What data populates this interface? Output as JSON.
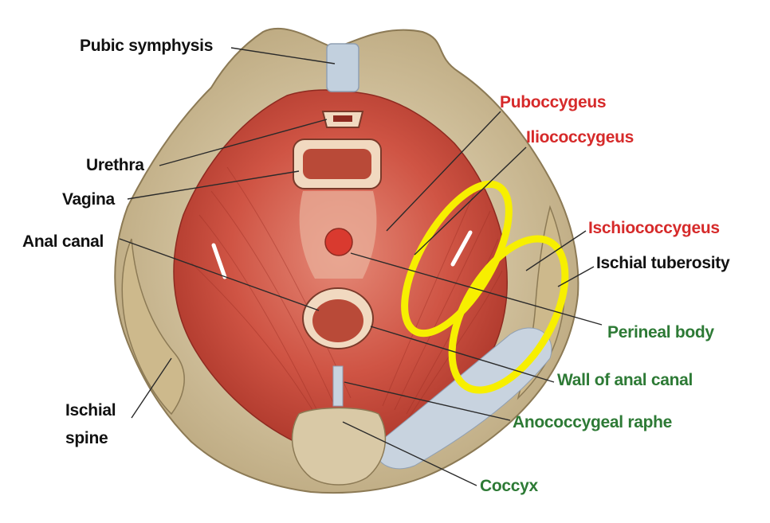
{
  "colors": {
    "muscle": "#c9483a",
    "muscle_light": "#e07b6a",
    "bone": "#d9c9a6",
    "ligament": "#b9c8d8",
    "highlight_ring": "#f7ef00",
    "label_black": "#111111",
    "label_red": "#d62a2a",
    "label_green": "#2d7a35"
  },
  "labels": {
    "pubic_symphysis": "Pubic symphysis",
    "urethra": "Urethra",
    "vagina": "Vagina",
    "anal_canal": "Anal canal",
    "ischial_spine_line1": "Ischial",
    "ischial_spine_line2": "spine",
    "pubococcygeus": "Puboccygeus",
    "iliococcygeus": "Iliococcygeus",
    "ischiococcygeus": "Ischiococcygeus",
    "ischial_tuberosity": "Ischial tuberosity",
    "perineal_body": "Perineal body",
    "wall_of_anal_canal": "Wall of anal canal",
    "anococcygeal_raphe": "Anococcygeal raphe",
    "coccyx": "Coccyx"
  }
}
